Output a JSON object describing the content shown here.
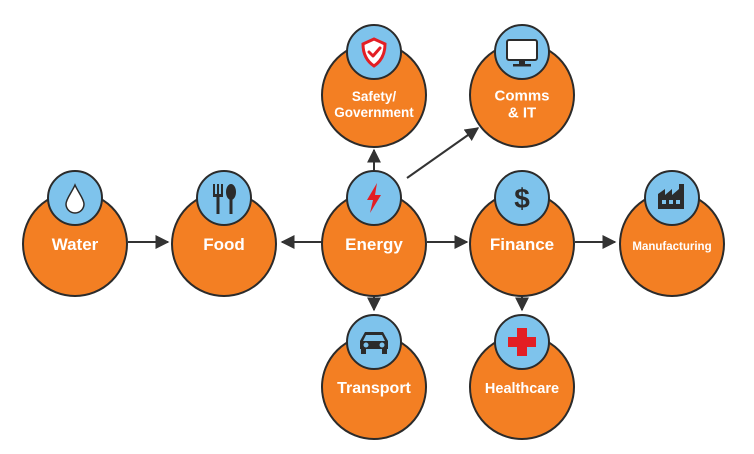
{
  "colors": {
    "node_fill": "#f37f23",
    "icon_fill": "#7ec3ec",
    "icon_stroke": "#2b2b2b",
    "edge": "#333333",
    "health_cross": "#e31e24",
    "energy_bolt": "#e31e24",
    "label": "#ffffff"
  },
  "nodes": [
    {
      "id": "water",
      "label": "Water",
      "icon": "water-drop-icon"
    },
    {
      "id": "food",
      "label": "Food",
      "icon": "fork-spoon-icon"
    },
    {
      "id": "energy",
      "label": "Energy",
      "icon": "lightning-bolt-icon"
    },
    {
      "id": "finance",
      "label": "Finance",
      "icon": "dollar-icon"
    },
    {
      "id": "manufacturing",
      "label": "Manufacturing",
      "icon": "factory-icon"
    },
    {
      "id": "safety",
      "label": [
        "Safety/",
        "Government"
      ],
      "icon": "shield-check-icon"
    },
    {
      "id": "comms",
      "label": [
        "Comms",
        "& IT"
      ],
      "icon": "monitor-icon"
    },
    {
      "id": "transport",
      "label": "Transport",
      "icon": "car-icon"
    },
    {
      "id": "healthcare",
      "label": "Healthcare",
      "icon": "medical-cross-icon"
    }
  ],
  "edges": [
    {
      "from": "water",
      "to": "food"
    },
    {
      "from": "energy",
      "to": "food"
    },
    {
      "from": "energy",
      "to": "finance"
    },
    {
      "from": "finance",
      "to": "manufacturing"
    },
    {
      "from": "energy",
      "to": "safety"
    },
    {
      "from": "energy",
      "to": "comms"
    },
    {
      "from": "energy",
      "to": "transport"
    },
    {
      "from": "finance",
      "to": "healthcare"
    }
  ]
}
